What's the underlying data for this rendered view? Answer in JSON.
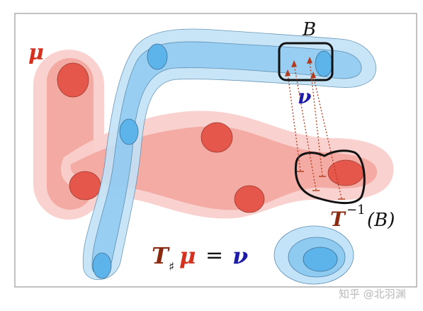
{
  "labels": {
    "mu": "μ",
    "nu": "ν",
    "B": "B",
    "T_inverse_T": "T",
    "T_inverse_exp": "−1",
    "T_inverse_arg": "(B)",
    "pushforward_T": "T",
    "pushforward_sharp": "♯",
    "pushforward_mu": "μ",
    "pushforward_eq": "=",
    "pushforward_nu": "ν"
  },
  "watermark": "知乎 @北羽渊",
  "colors": {
    "mu": "#d6301f",
    "nu": "#1d1da8",
    "T": "#8a2a10",
    "red_outer": "#f9d0cc",
    "red_mid": "#f2a59c",
    "red_core": "#e5574a",
    "blue_outer": "#c3e3f8",
    "blue_mid": "#8fcaf1",
    "blue_core": "#5db4ea",
    "arrow": "#b23a1a"
  }
}
